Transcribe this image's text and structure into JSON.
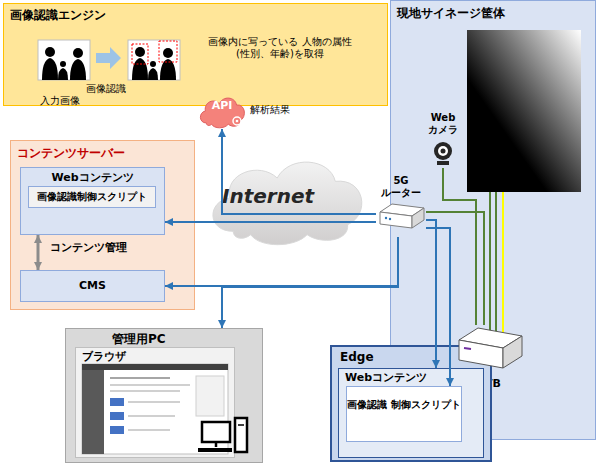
{
  "diagram": {
    "nodes": [
      {
        "text": [
          "画像認識エンジン"
        ]
      },
      {
        "text": [
          "API"
        ],
        "in": 0
      },
      {
        "text": [
          "現地サイネージ筐体"
        ]
      },
      {
        "text": [
          "Web カメラ"
        ],
        "in": 2
      },
      {
        "text": [
          "5G ルーター"
        ]
      },
      {
        "text": [
          "STB"
        ],
        "in": 2
      },
      {
        "text": [
          "コンテンツサーバー"
        ]
      },
      {
        "text": [
          "Webコンテンツ"
        ],
        "in": 6
      },
      {
        "text": [
          "画像認識制御スクリプト"
        ],
        "in": 7
      },
      {
        "text": [
          "Internet"
        ]
      },
      {
        "text": [
          "CMS"
        ],
        "in": 6
      },
      {
        "text": [
          "管理用PC"
        ]
      },
      {
        "text": [
          "ブラウザ"
        ],
        "in": 11
      },
      {
        "text": [
          "Edge"
        ]
      },
      {
        "text": [
          "Webコンテンツ"
        ],
        "in": 13
      },
      {
        "text": [
          "画像認識 制御スクリプト"
        ],
        "in": 14
      }
    ],
    "edges": [
      {
        "from": 4,
        "to": 1,
        "arrow": "to"
      },
      {
        "from": 4,
        "to": 7,
        "arrow": "to"
      },
      {
        "from": 4,
        "to": 10,
        "arrow": "to"
      },
      {
        "from": 4,
        "to": 11,
        "arrow": "to"
      },
      {
        "from": 4,
        "to": 14,
        "arrow": "to"
      },
      {
        "from": 4,
        "to": 15,
        "arrow": "to"
      },
      {
        "from": 7,
        "to": 10,
        "label": "コンテンツ管理",
        "arrow": "both"
      },
      {
        "from": 3,
        "to": 5,
        "arrow": "none"
      },
      {
        "from": 4,
        "to": 5,
        "arrow": "none"
      }
    ],
    "labels": [
      "入力画像",
      "画像認識",
      "画像内に写っている 人物の属性(性別、年齢)を取得",
      "解析結果"
    ]
  }
}
